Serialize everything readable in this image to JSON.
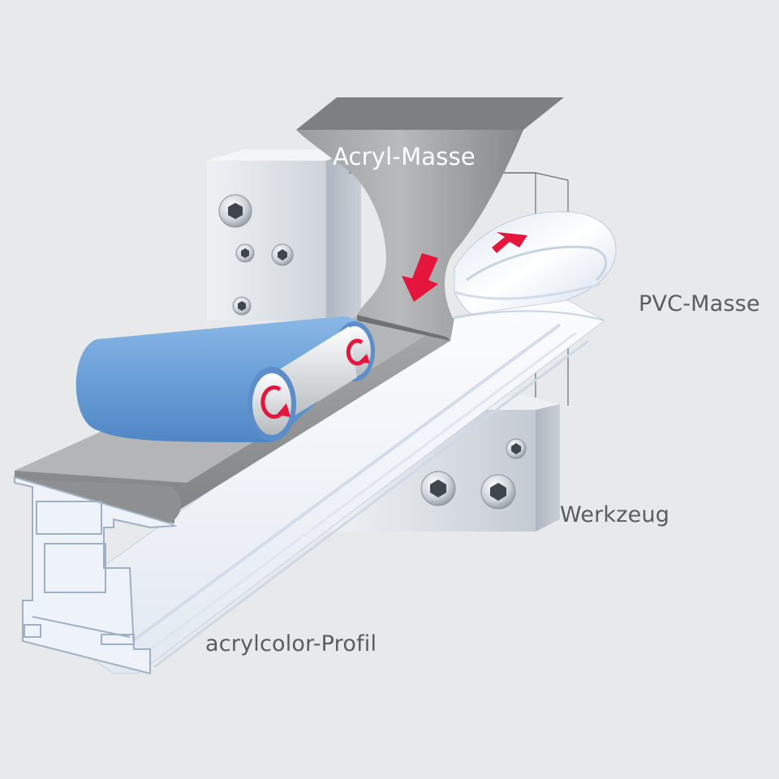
{
  "labels": {
    "acryl_masse": "Acryl-Masse",
    "pvc_masse": "PVC-Masse",
    "werkzeug": "Werkzeug",
    "acrylcolor_profil": "acrylcolor-Profil"
  },
  "colors": {
    "background": "#e8e9ea",
    "label_text": "#5a5c5e",
    "acryl_label_text": "#ffffff",
    "acryl_mass_grey": "#8e9092",
    "pvc_mass_white": "#f4f7fb",
    "belt_blue": "#6fa3dc",
    "tool_block": "#dfe3e8",
    "arrow_red": "#e5153d"
  },
  "icons": [
    "hex-socket-screw-icon",
    "rotation-arrow-icon",
    "flow-arrow-icon"
  ]
}
